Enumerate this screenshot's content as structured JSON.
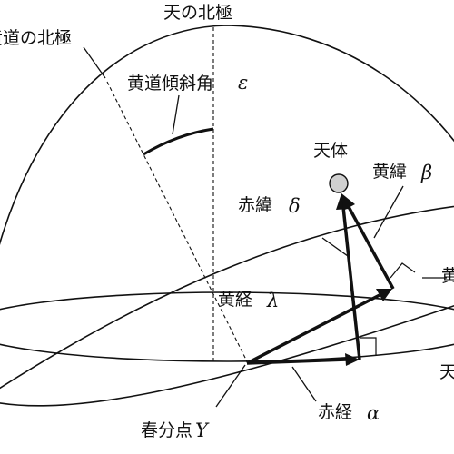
{
  "labels": {
    "celestial_north_pole": "天の北極",
    "ecliptic_north_pole": "黄道の北極",
    "obliquity": "黄道傾斜角",
    "obliquity_symbol": "ε",
    "celestial_body": "天体",
    "ecliptic_latitude": "黄緯",
    "ecliptic_latitude_symbol": "β",
    "declination": "赤緯",
    "declination_symbol": "δ",
    "ecliptic_longitude": "黄経",
    "ecliptic_longitude_symbol": "λ",
    "right_ascension": "赤経",
    "right_ascension_symbol": "α",
    "vernal_equinox": "春分点",
    "vernal_equinox_symbol": "Υ",
    "ecliptic_edge": "黄",
    "equator_edge": "天"
  }
}
